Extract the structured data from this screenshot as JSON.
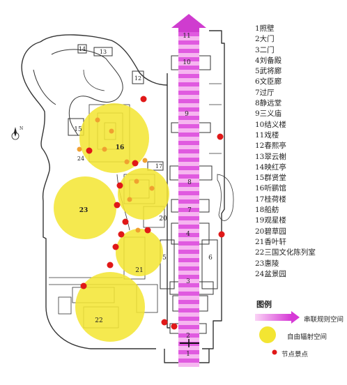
{
  "legend_items": [
    "1照壁",
    "2大门",
    "3二门",
    "4刘备殿",
    "5武将廊",
    "6文臣廊",
    "7过厅",
    "8静远堂",
    "9三义庙",
    "10结义楼",
    "11戏楼",
    "12春熙亭",
    "13翠云榭",
    "14映红亭",
    "15群贤堂",
    "16听鹂馆",
    "17桂荷楼",
    "18船舫",
    "19观星楼",
    "20碧草园",
    "21香叶轩",
    "22三国文化陈列室",
    "23惠陵",
    "24盆景园"
  ],
  "legend_title": "图例",
  "legend_entries": {
    "axis": "串联规则空间",
    "radiation": "自由辐射空间",
    "points": "节点景点"
  },
  "axis_labels": [
    "1",
    "2",
    "3",
    "4",
    "5",
    "6",
    "7",
    "8",
    "9",
    "10",
    "11"
  ],
  "building_labels": {
    "b12": "12",
    "b13": "13",
    "b14": "14",
    "b15": "15",
    "b16": "16",
    "b17": "17",
    "b20": "20",
    "b21": "21",
    "b22": "22",
    "b23": "23",
    "b24": "24",
    "b5": "5",
    "b6": "6"
  },
  "compass": "N",
  "colors": {
    "axis_magenta": "#e05ae0",
    "axis_light": "#f6b6f0",
    "circle_yellow": "#f3e532",
    "point_red": "#e01818",
    "orange_dot": "#f0a030",
    "wall": "#333333"
  }
}
